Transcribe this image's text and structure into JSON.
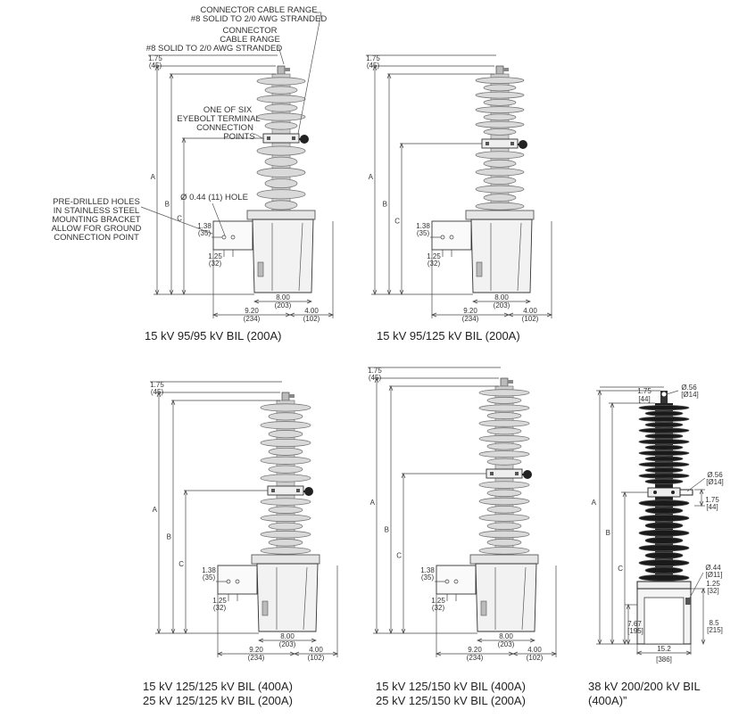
{
  "callouts": {
    "connector_cable_range_top": [
      "CONNECTOR CABLE RANGE",
      "#8 SOLID TO 2/0 AWG STRANDED"
    ],
    "connector_cable_range": [
      "CONNECTOR",
      "CABLE RANGE",
      "#8 SOLID TO 2/0 AWG STRANDED"
    ],
    "eyebolt": [
      "ONE OF SIX",
      "EYEBOLT TERMINAL",
      "CONNECTION",
      "POINTS"
    ],
    "hole": "Ø 0.44 (11) HOLE",
    "mounting": [
      "PRE-DRILLED HOLES",
      "IN STAINLESS STEEL",
      "MOUNTING BRACKET",
      "ALLOW FOR GROUND",
      "CONNECTION POINT"
    ]
  },
  "dims_std": {
    "d175": "1.75",
    "d175m": "(45)",
    "d138": "1.38",
    "d138m": "(35)",
    "d125": "1.25",
    "d125m": "(32)",
    "d800": "8.00",
    "d800m": "(203)",
    "d920": "9.20",
    "d920m": "(234)",
    "d400": "4.00",
    "d400m": "(102)",
    "A": "A",
    "B": "B",
    "C": "C"
  },
  "dims_38kv": {
    "t175": "1.75",
    "t175m": "[44]",
    "d056": "Ø.56",
    "d056m": "[Ø14]",
    "m056": "Ø.56",
    "m056m": "[Ø14]",
    "m175": "1.75",
    "m175m": "[44]",
    "d044": "Ø.44",
    "d044m": "[Ø11]",
    "d125": "1.25",
    "d125m": "[32]",
    "d767": "7.67",
    "d767m": "[195]",
    "d85": "8.5",
    "d85m": "[215]",
    "d152": "15.2",
    "d152m": "[386]",
    "A": "A",
    "B": "B",
    "C": "C"
  },
  "captions": {
    "p1": "15 kV 95/95 kV BIL (200A)",
    "p2": "15 kV 95/125 kV BIL (200A)",
    "p3": [
      "15 kV 125/125 kV BIL (400A)",
      "25 kV 125/125 kV BIL (200A)"
    ],
    "p4": [
      "15 kV 125/150 kV BIL (400A)",
      "25 kV 125/150 kV BIL (200A)"
    ],
    "p5": [
      "38 kV 200/200 kV BIL",
      "(400A)”"
    ]
  }
}
